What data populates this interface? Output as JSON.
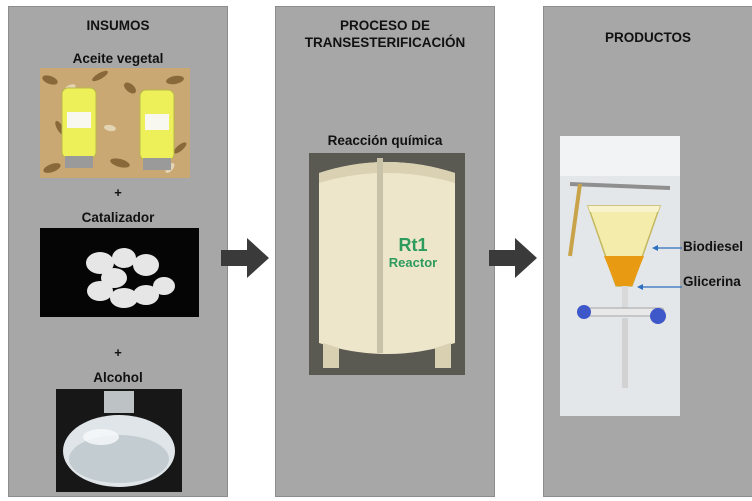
{
  "insumos": {
    "title": "INSUMOS",
    "aceite_label": "Aceite vegetal",
    "plus": "+",
    "catalizador_label": "Catalizador",
    "alcohol_label": "Alcohol"
  },
  "proceso": {
    "title_line1": "PROCESO DE",
    "title_line2": "TRANSESTERIFICACIÓN",
    "reaccion_label": "Reacción química",
    "reactor_text_line1": "Rt1",
    "reactor_text_line2": "Reactor"
  },
  "productos": {
    "title": "PRODUCTOS",
    "biodiesel_label": "Biodiesel",
    "glicerina_label": "Glicerina"
  },
  "colors": {
    "panel_bg": "#a7a7a7",
    "arrow": "#3a3a3a",
    "biodiesel": "#f1e77a",
    "glicerina": "#e89a12",
    "reactor_text": "#2d9b5c"
  }
}
